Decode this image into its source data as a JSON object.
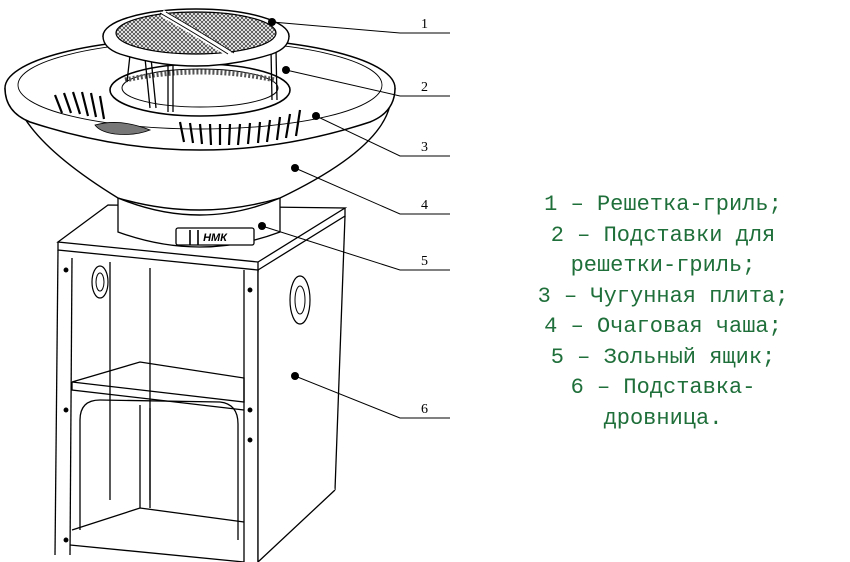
{
  "callouts": [
    "1",
    "2",
    "3",
    "4",
    "5",
    "6"
  ],
  "ash_box_label": "НМК",
  "legend": [
    "1 – Решетка-гриль;",
    "2 – Подставки для",
    "решетки-гриль;",
    "3 – Чугунная плита;",
    "4 – Очаговая чаша;",
    "5 – Зольный ящик;",
    "6 – Подставка-",
    "дровница."
  ],
  "colors": {
    "legend_text": "#1f6f3a",
    "line": "#000000"
  }
}
